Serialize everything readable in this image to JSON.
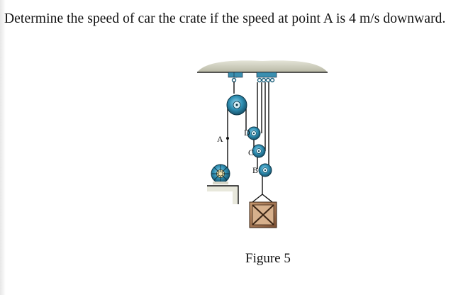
{
  "question": {
    "text": "Determine the speed of car the crate if the speed at point A is 4 m/s downward."
  },
  "figure": {
    "caption": "Figure 5",
    "labels": {
      "A": "A",
      "B": "B",
      "C": "C",
      "D": "D"
    }
  },
  "colors": {
    "pulley": "#2f8fb3",
    "pulley_dark": "#1b5f7a",
    "ceiling": "#c9c9b8",
    "crate": "#9a6a4a",
    "rope": "#111111"
  }
}
